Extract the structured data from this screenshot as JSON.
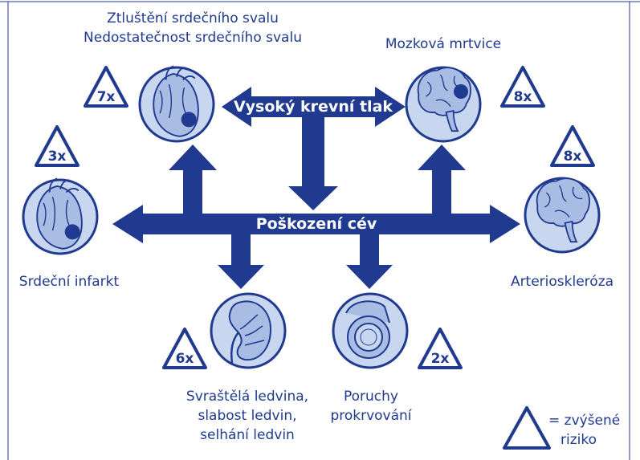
{
  "colors": {
    "primary": "#1f3a8f",
    "circle_fill": "#c9d6ef",
    "organ_fill": "#a9bde4"
  },
  "arrows": {
    "top": "Vysoký krevní tlak",
    "middle": "Poškození cév"
  },
  "conditions": {
    "hypertrophy": {
      "line1": "Ztluštění srdečního svalu",
      "line2": "Nedostatečnost srdečního svalu",
      "risk": "7x",
      "icon": "heart-icon"
    },
    "stroke": {
      "label": "Mozková mrtvice",
      "risk": "8x",
      "icon": "brain-icon"
    },
    "infarction": {
      "label": "Srdeční infarkt",
      "risk": "3x",
      "icon": "heart-icon"
    },
    "arteriosclerosis": {
      "label": "Arterioskleróza",
      "risk": "8x",
      "icon": "brain-icon"
    },
    "kidney": {
      "line1": "Svraštělá ledvina,",
      "line2": "slabost ledvin,",
      "line3": "selhání ledvin",
      "risk": "6x",
      "icon": "kidney-icon"
    },
    "circulation": {
      "line1": "Poruchy",
      "line2": "prokrvování",
      "risk": "2x",
      "icon": "vessel-icon"
    }
  },
  "legend": {
    "line1": "= zvýšené",
    "line2": "riziko"
  }
}
